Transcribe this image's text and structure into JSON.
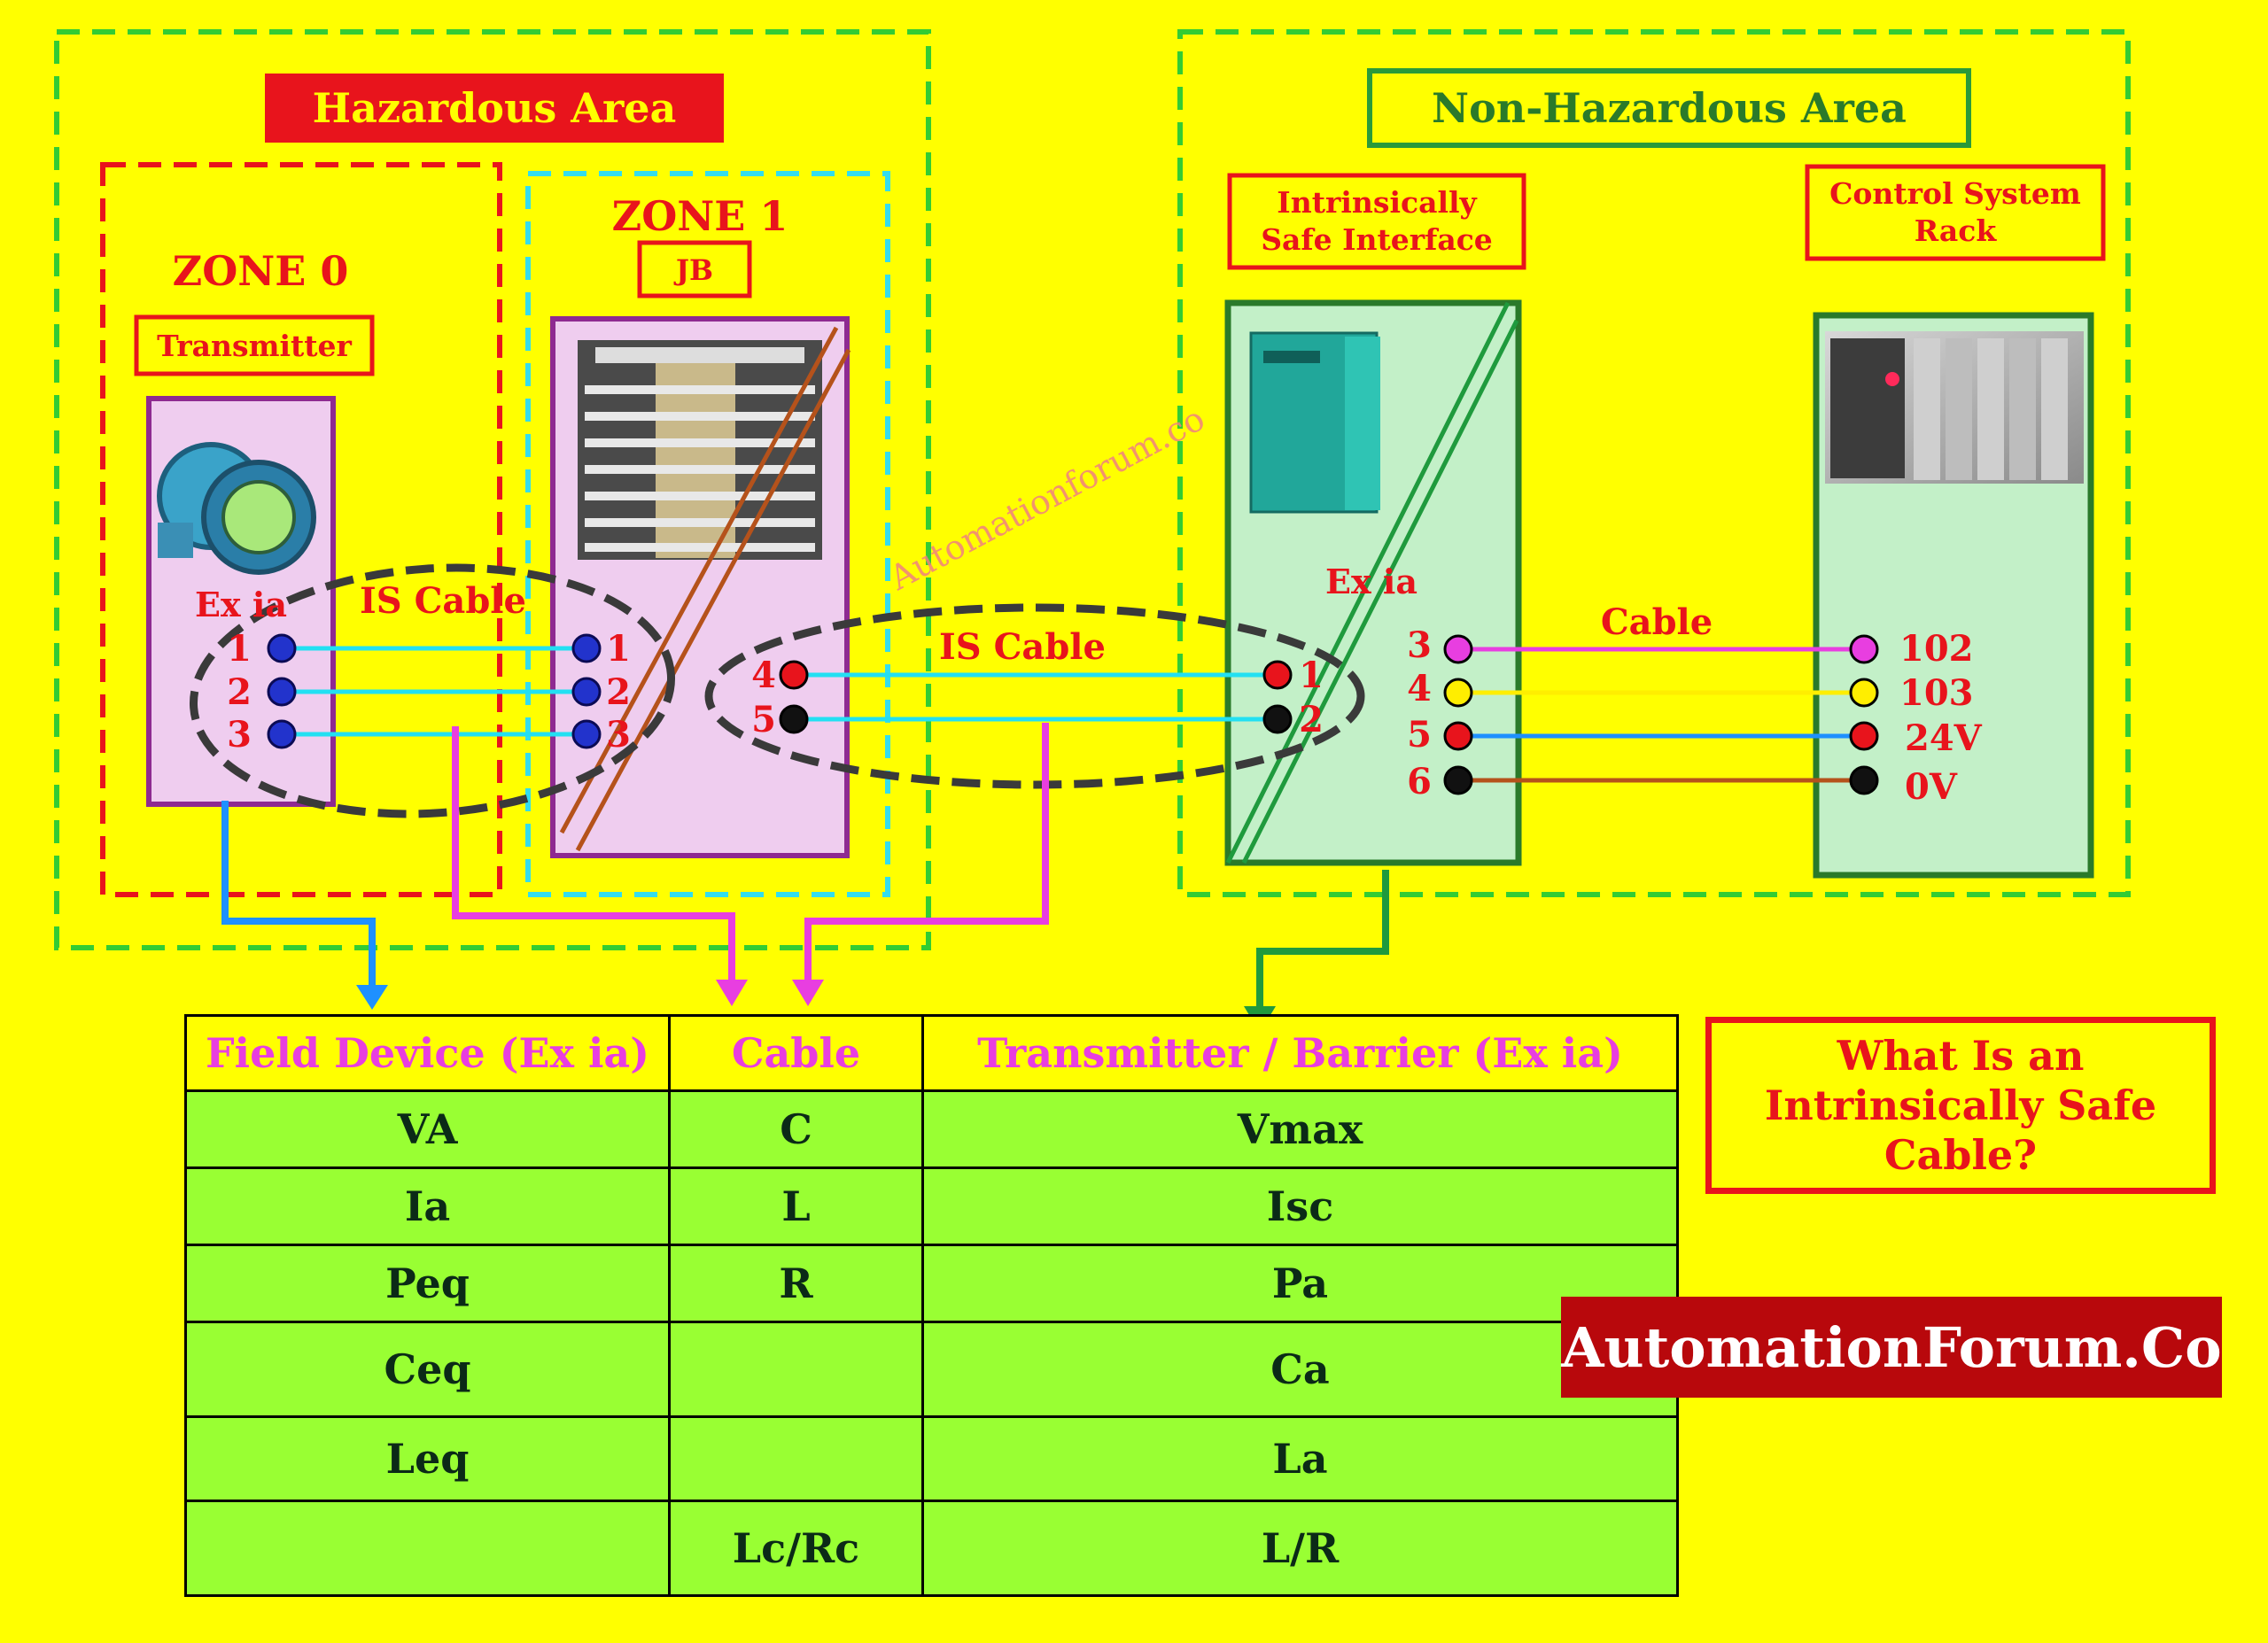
{
  "labels": {
    "hazardous_area": "Hazardous Area",
    "non_hazardous_area": "Non-Hazardous Area",
    "zone0": "ZONE 0",
    "zone1": "ZONE 1",
    "transmitter": "Transmitter",
    "jb": "JB",
    "is_interface": [
      "Intrinsically",
      "Safe Interface"
    ],
    "control_rack": [
      "Control System",
      "Rack"
    ],
    "ex_ia": "Ex ia",
    "is_cable": "IS Cable",
    "cable": "Cable",
    "watermark": "Automationforum.co"
  },
  "terminals": {
    "transmitter": [
      "1",
      "2",
      "3"
    ],
    "jb_in": [
      "1",
      "2",
      "3"
    ],
    "jb_out": [
      "4",
      "5"
    ],
    "barrier_in": [
      "1",
      "2"
    ],
    "barrier_out": [
      "3",
      "4",
      "5",
      "6"
    ],
    "rack": [
      "102",
      "103",
      "24V",
      "0V"
    ]
  },
  "colors": {
    "frame_yellow": "#ffff00",
    "title_red": "#e8141c",
    "zone_green": "#33cc33",
    "zone1_cyan": "#33ddee",
    "wire_cyan": "#22e0f2",
    "wire_magenta": "#e83ee0",
    "wire_yellow": "#ffee00",
    "wire_blue": "#1e90ff",
    "wire_brown": "#b5521b",
    "panel_purple": "#8e2a91",
    "panel_pink": "#efcdef",
    "panel_green": "#c3f0c8",
    "panel_border_green": "#2a7a2a",
    "table_green": "#99ff33",
    "brand_red": "#b8080c"
  },
  "table": {
    "headers": [
      "Field Device (Ex ia)",
      "Cable",
      "Transmitter / Barrier (Ex ia)"
    ],
    "rows": [
      [
        "VA",
        "C",
        "Vmax"
      ],
      [
        "Ia",
        "L",
        "Isc"
      ],
      [
        "Peq",
        "R",
        "Pa"
      ],
      [
        "Ceq",
        "",
        "Ca"
      ],
      [
        "Leq",
        "",
        "La"
      ],
      [
        "",
        "Lc/Rc",
        "L/R"
      ]
    ]
  },
  "question": "What Is an Intrinsically Safe Cable?",
  "brand": "AutomationForum.Co"
}
